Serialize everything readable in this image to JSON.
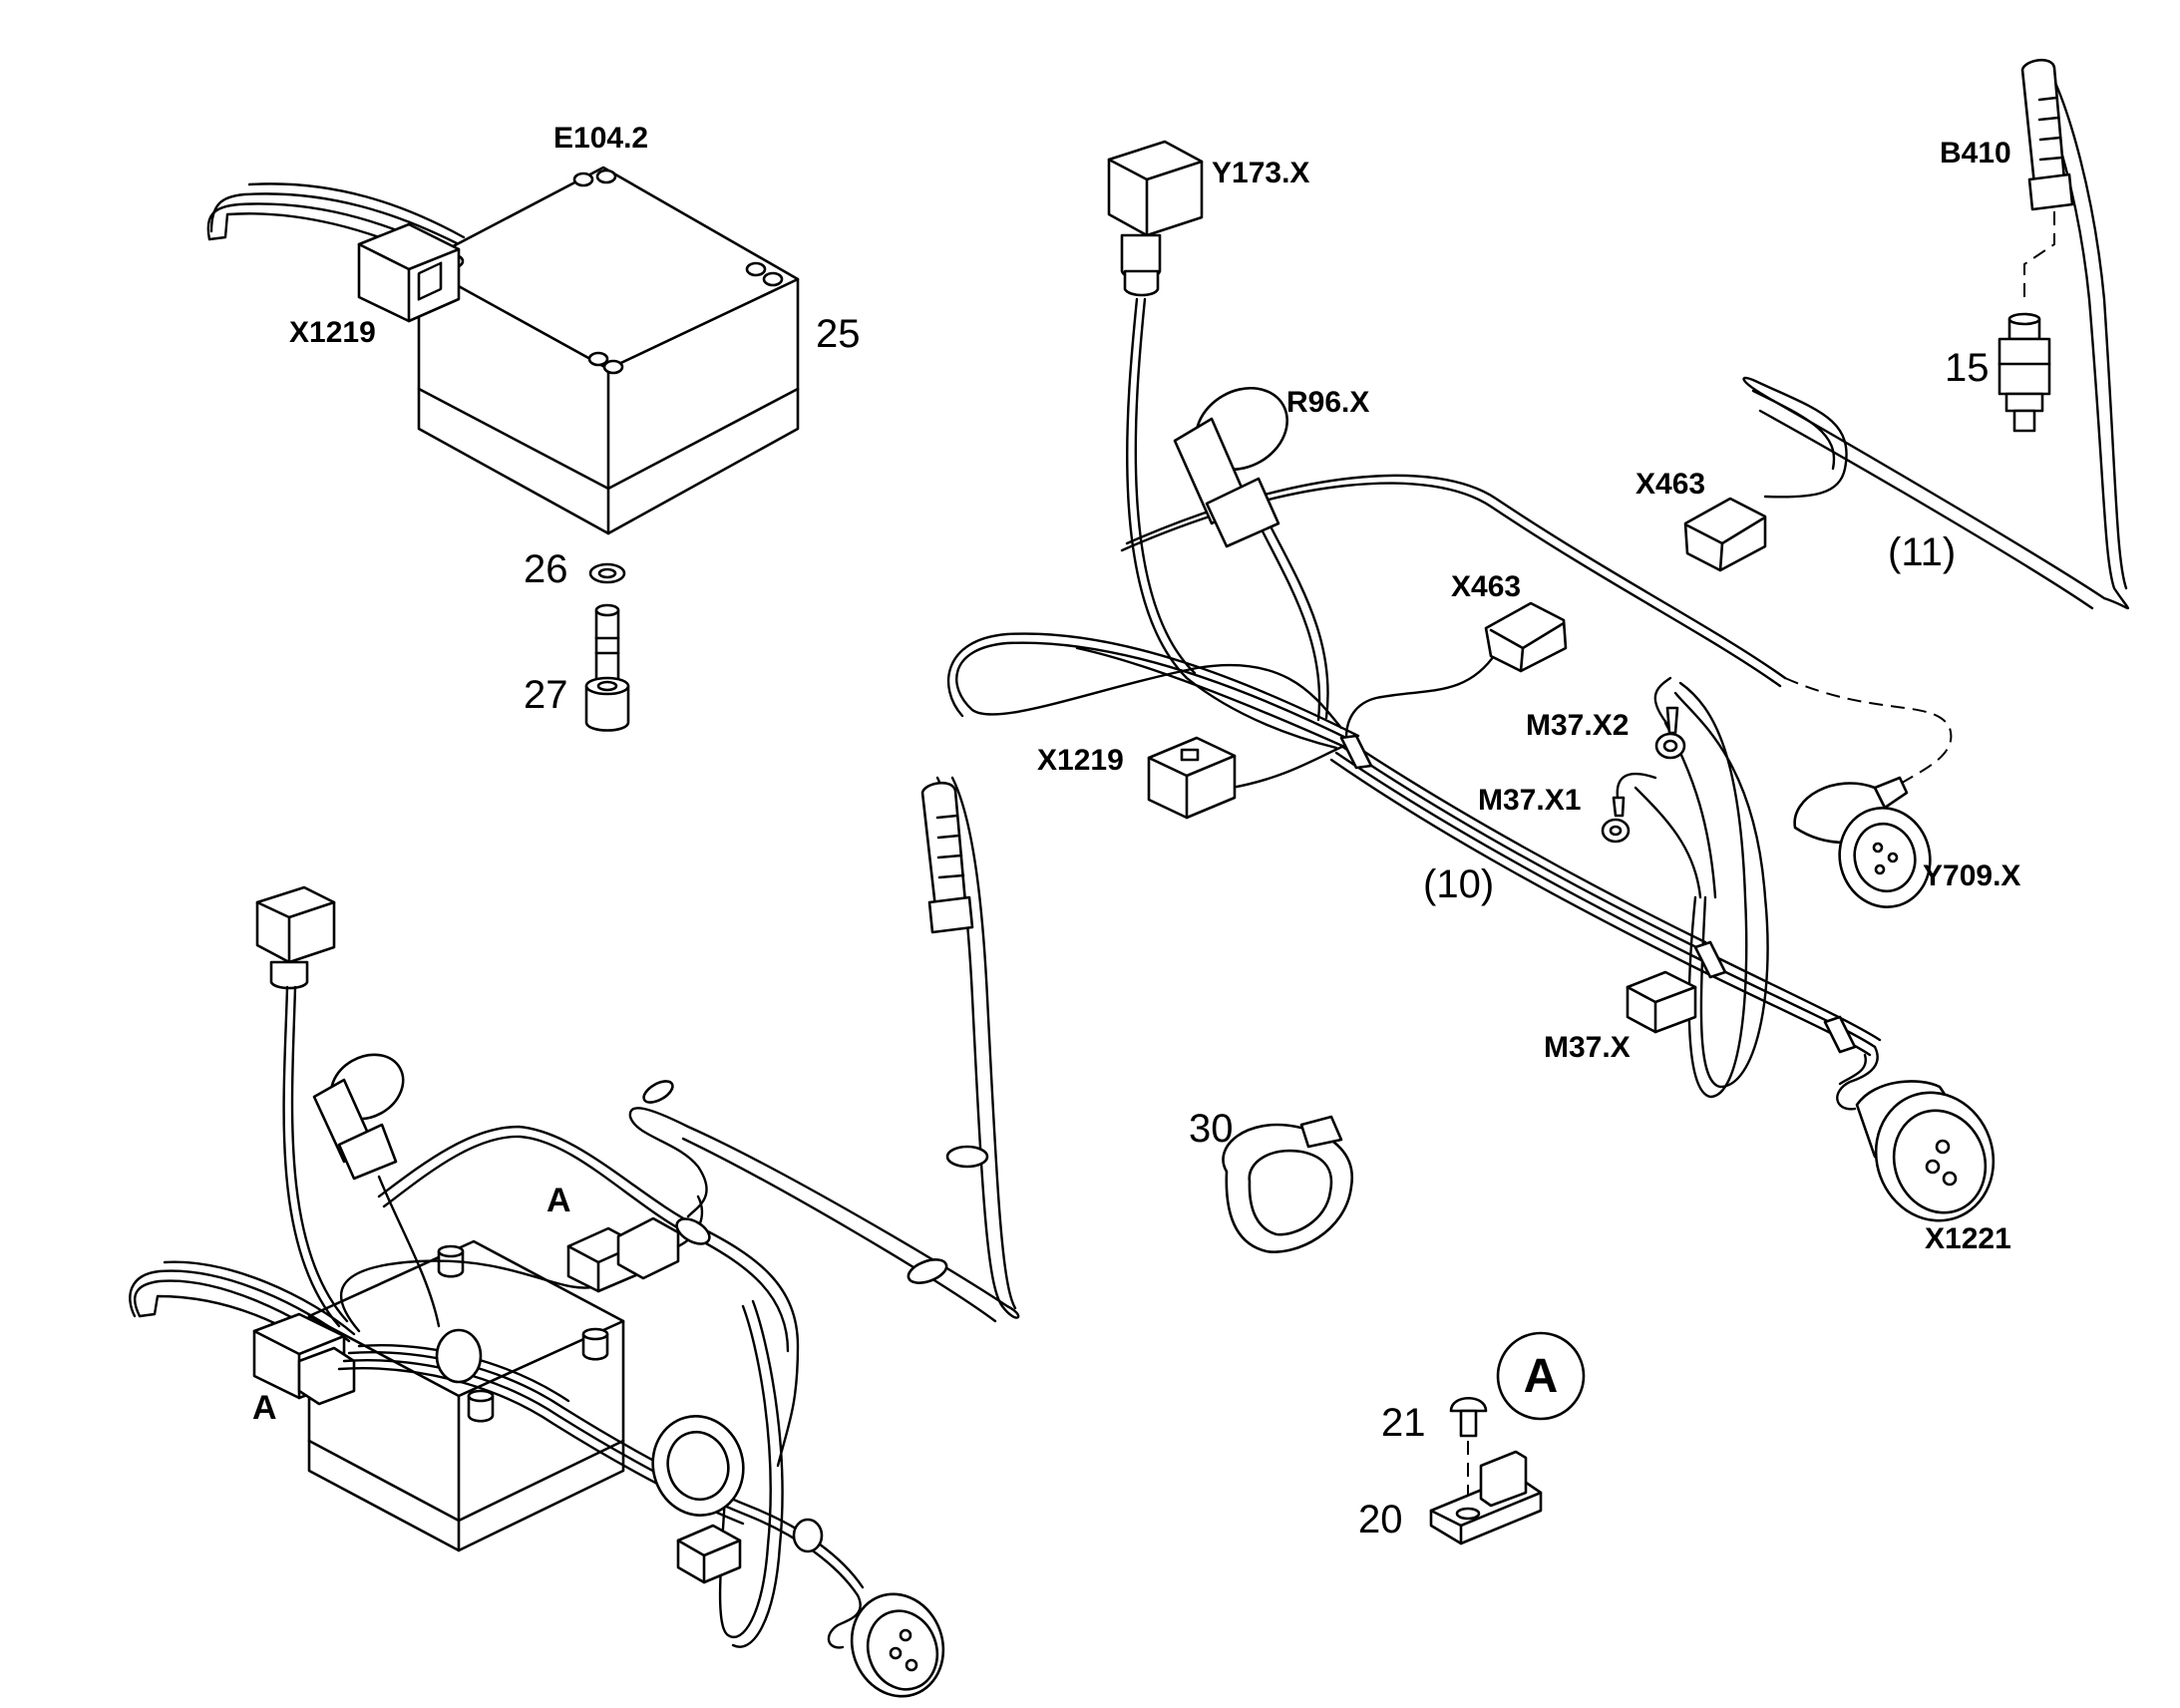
{
  "labels": {
    "e104_2": "E104.2",
    "x1219_top": "X1219",
    "item_25": "25",
    "item_26": "26",
    "item_27": "27",
    "y173_x": "Y173.X",
    "r96_x": "R96.X",
    "b410": "B410",
    "item_15": "15",
    "x463_top": "X463",
    "item_11": "(11)",
    "x463_mid": "X463",
    "x1219_mid": "X1219",
    "m37_x2": "M37.X2",
    "m37_x1": "M37.X1",
    "y709_x": "Y709.X",
    "item_10": "(10)",
    "m37_x": "M37.X",
    "item_30": "30",
    "x1221": "X1221",
    "detail_a_lower": "A",
    "detail_a_left": "A",
    "detail_a_circle": "A",
    "item_21": "21",
    "item_20": "20"
  }
}
